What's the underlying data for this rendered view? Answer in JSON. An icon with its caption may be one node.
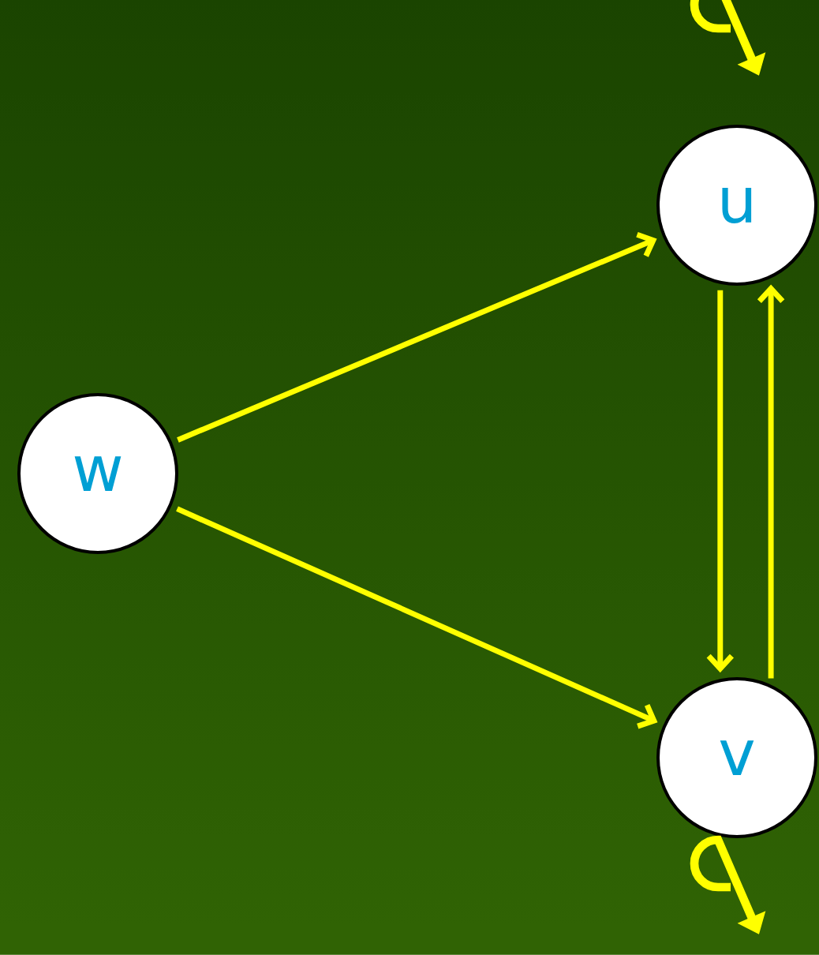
{
  "diagram": {
    "nodes": [
      {
        "text": [
          "u"
        ]
      },
      {
        "text": [
          "w"
        ]
      },
      {
        "text": [
          "v"
        ]
      }
    ],
    "edges": [
      {
        "from": 1,
        "to": 0,
        "arrow": "to"
      },
      {
        "from": 1,
        "to": 2,
        "arrow": "to"
      },
      {
        "from": 0,
        "to": 2,
        "arrow": "to"
      },
      {
        "from": 2,
        "to": 0,
        "arrow": "to"
      }
    ]
  }
}
